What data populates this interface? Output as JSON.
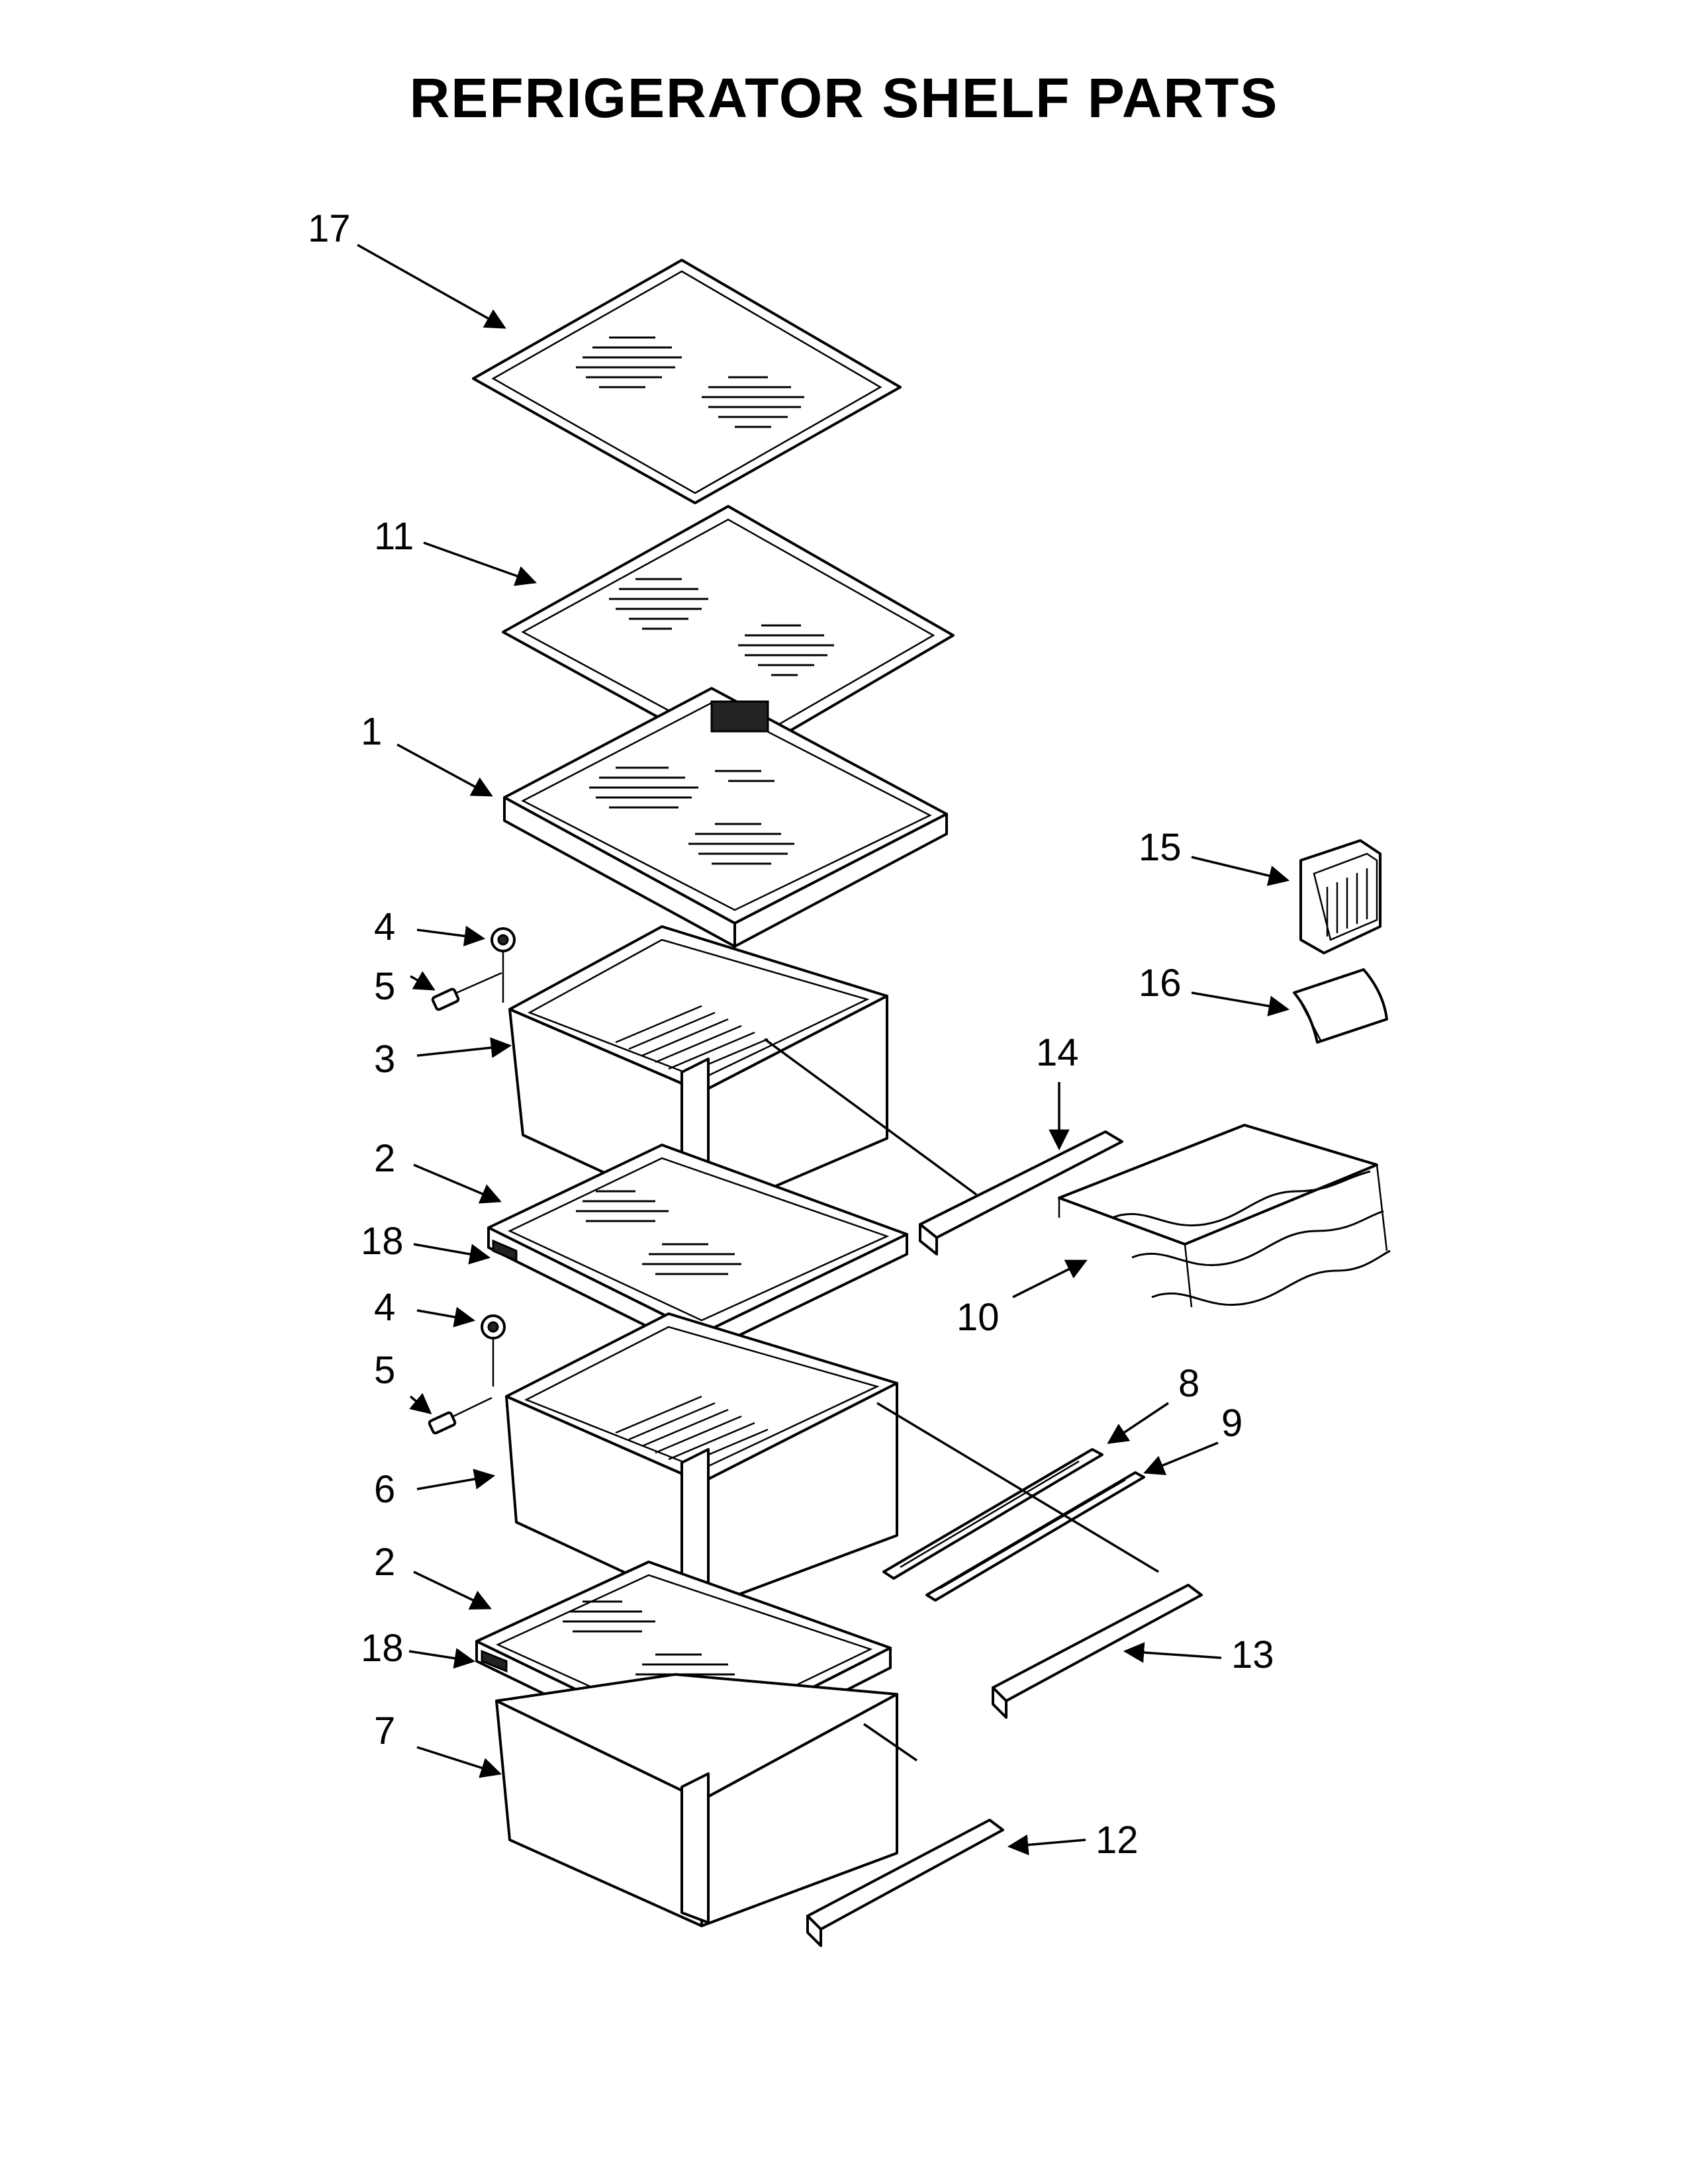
{
  "title": "REFRIGERATOR SHELF PARTS",
  "callouts": [
    "17",
    "11",
    "1",
    "15",
    "4",
    "5",
    "16",
    "3",
    "14",
    "2",
    "18",
    "10",
    "4",
    "5",
    "8",
    "9",
    "6",
    "2",
    "13",
    "18",
    "7",
    "12"
  ]
}
